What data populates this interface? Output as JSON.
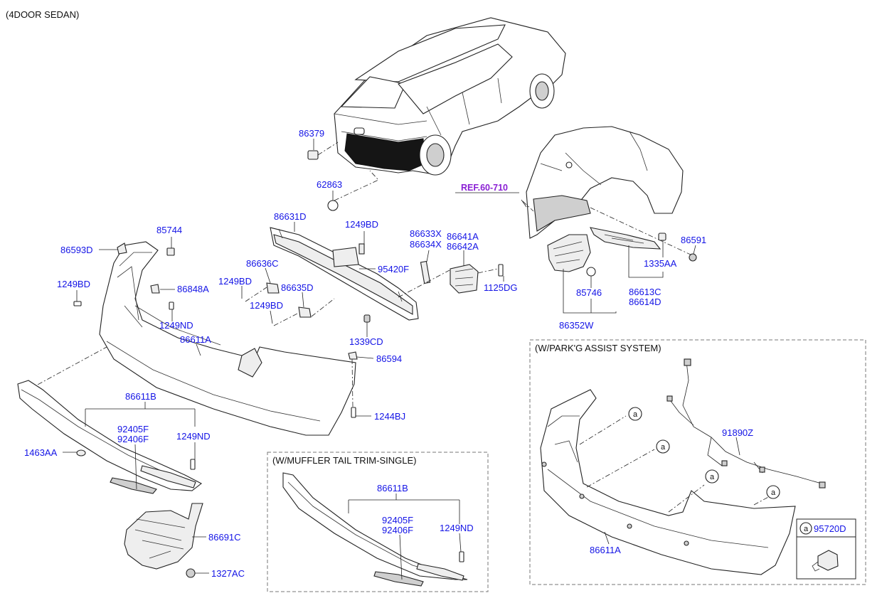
{
  "header": {
    "variant": "(4DOOR SEDAN)"
  },
  "reference": "REF.60-710",
  "sections": {
    "muffler": "(W/MUFFLER TAIL TRIM-SINGLE)",
    "park_assist": "(W/PARK'G ASSIST SYSTEM)"
  },
  "callout_symbol": "a",
  "legend": {
    "symbol": "a",
    "part": "95720D"
  },
  "parts": {
    "p86379": "86379",
    "p62863": "62863",
    "p86631D": "86631D",
    "p1249BD_top": "1249BD",
    "p86633X": "86633X",
    "p86634X": "86634X",
    "p86641A": "86641A",
    "p86642A": "86642A",
    "p85744": "85744",
    "p86593D": "86593D",
    "p1249BD_left": "1249BD",
    "p86848A": "86848A",
    "p86636C": "86636C",
    "p1249BD_mid": "1249BD",
    "p95420F": "95420F",
    "p86635D": "86635D",
    "p1249BD_low": "1249BD",
    "p1125DG": "1125DG",
    "p1249ND_a": "1249ND",
    "p86611A": "86611A",
    "p1339CD": "1339CD",
    "p86594": "86594",
    "p1244BJ": "1244BJ",
    "p86611B": "86611B",
    "p92405F": "92405F",
    "p92406F": "92406F",
    "p1249ND_b": "1249ND",
    "p1463AA": "1463AA",
    "p86691C": "86691C",
    "p1327AC": "1327AC",
    "p86591": "86591",
    "p1335AA": "1335AA",
    "p85746": "85746",
    "p86613C": "86613C",
    "p86614D": "86614D",
    "p86352W": "86352W",
    "m86611B": "86611B",
    "m92405F": "92405F",
    "m92406F": "92406F",
    "m1249ND": "1249ND",
    "s91890Z": "91890Z",
    "s86611A": "86611A"
  }
}
